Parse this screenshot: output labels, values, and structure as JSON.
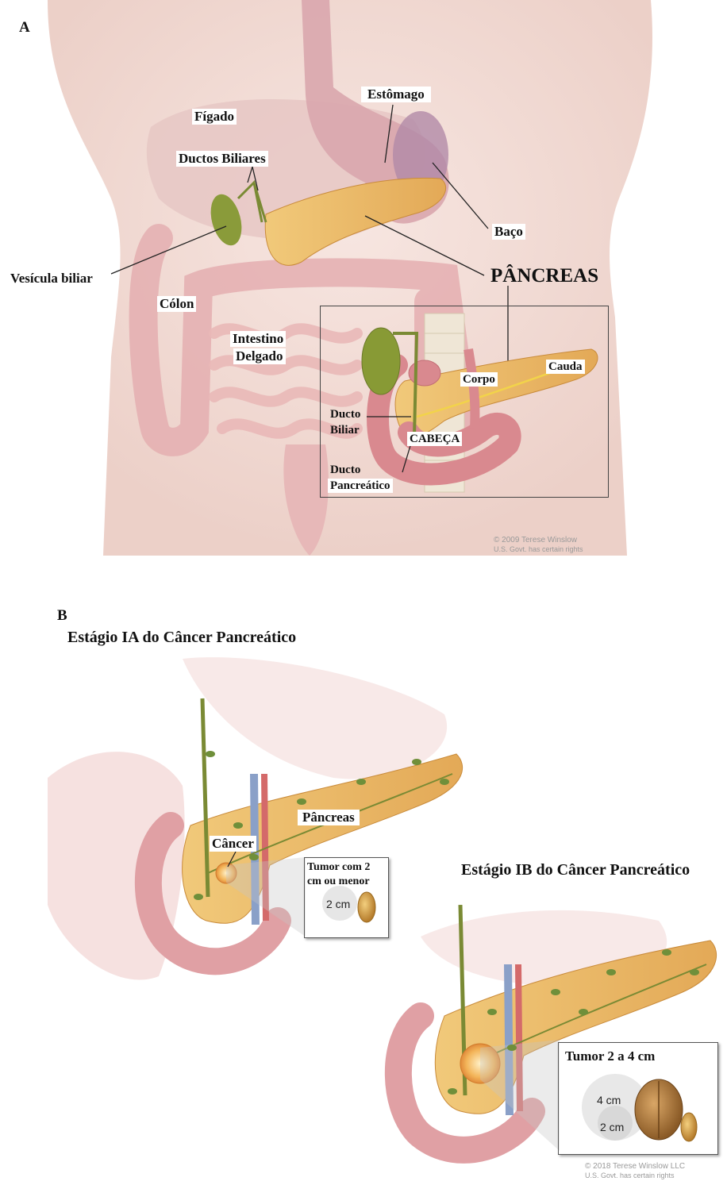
{
  "panel_a": {
    "letter": "A",
    "labels": {
      "figado": "Fígado",
      "estomago": "Estômago",
      "ductos_biliares": "Ductos Biliares",
      "baco": "Baço",
      "vesicula_biliar": "Vesícula biliar",
      "pancreas": "PÂNCREAS",
      "colon": "Cólon",
      "intestino_line1": "Intestino",
      "intestino_line2": "Delgado"
    },
    "inset": {
      "corpo": "Corpo",
      "cauda": "Cauda",
      "ducto_biliar_line1": "Ducto",
      "ducto_biliar_line2": "Biliar",
      "cabeca": "CABEÇA",
      "ducto_pancreatico_line1": "Ducto",
      "ducto_pancreatico_line2": "Pancreático"
    },
    "credit_line1": "© 2009 Terese Winslow",
    "credit_line2": "U.S. Govt. has certain rights"
  },
  "panel_b": {
    "letter": "B",
    "stage_ia": {
      "title": "Estágio IA do Câncer Pancreático",
      "pancreas_label": "Pâncreas",
      "cancer_label": "Câncer",
      "box_line1": "Tumor com 2",
      "box_line2": "cm ou menor",
      "size_label": "2 cm"
    },
    "stage_ib": {
      "title": "Estágio IB do Câncer Pancreático",
      "box_title": "Tumor 2 a 4 cm",
      "size_large": "4 cm",
      "size_small": "2 cm"
    },
    "credit_line1": "© 2018 Terese Winslow LLC",
    "credit_line2": "U.S. Govt. has certain rights"
  },
  "colors": {
    "skin": "#f6e2dc",
    "organ_pink": "#e9b7b7",
    "pancreas": "#e8b35a",
    "gallbladder": "#8a9b3a",
    "nodes": "#6f8f3a",
    "vessel_blue": "#8aa0c8",
    "vessel_red": "#d46a6a"
  }
}
